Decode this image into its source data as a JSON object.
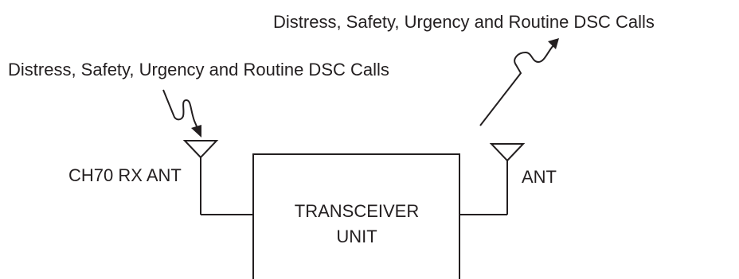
{
  "labels": {
    "tx_calls": "Distress, Safety, Urgency and Routine DSC Calls",
    "rx_calls": "Distress, Safety, Urgency and Routine DSC Calls",
    "rx_antenna": "CH70 RX ANT",
    "tx_antenna": "ANT",
    "unit_line1": "TRANSCEIVER",
    "unit_line2": "UNIT"
  },
  "colors": {
    "ink": "#231f20",
    "background": "#ffffff"
  }
}
